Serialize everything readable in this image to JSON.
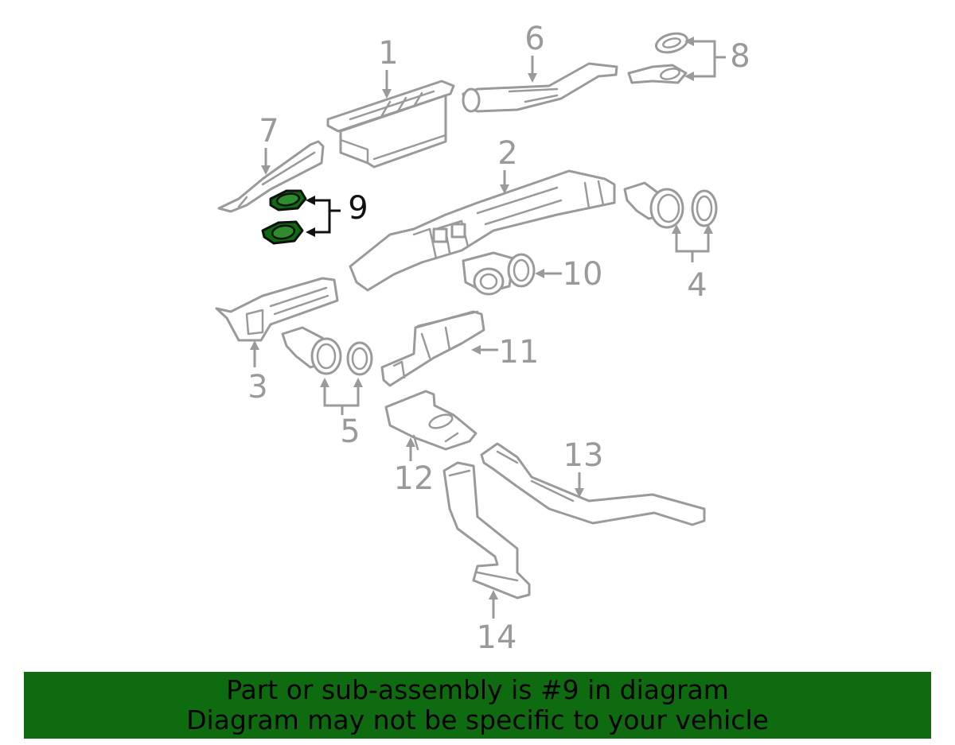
{
  "diagram": {
    "callouts": [
      "1",
      "2",
      "3",
      "4",
      "5",
      "6",
      "7",
      "8",
      "9",
      "10",
      "11",
      "12",
      "13",
      "14"
    ],
    "highlighted": "9"
  },
  "banner": {
    "line1": "Part or sub-assembly is #9 in diagram",
    "line2": "Diagram may not be specific to your vehicle",
    "color": "#0f6b10"
  }
}
